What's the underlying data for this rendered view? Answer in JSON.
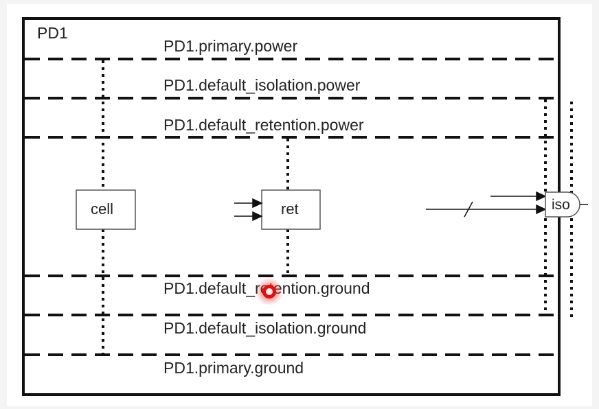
{
  "domain_label": "PD1",
  "power_rails": {
    "primary_power": "PD1.primary.power",
    "default_isolation_power": "PD1.default_isolation.power",
    "default_retention_power": "PD1.default_retention.power"
  },
  "ground_rails": {
    "default_retention_ground": "PD1.default_retention.ground",
    "default_isolation_ground": "PD1.default_isolation.ground",
    "primary_ground": "PD1.primary.ground"
  },
  "cells": {
    "cell": "cell",
    "ret": "ret",
    "iso": "iso"
  },
  "colors": {
    "line": "#111111",
    "cursor": "#e01010",
    "background": "#ffffff"
  }
}
